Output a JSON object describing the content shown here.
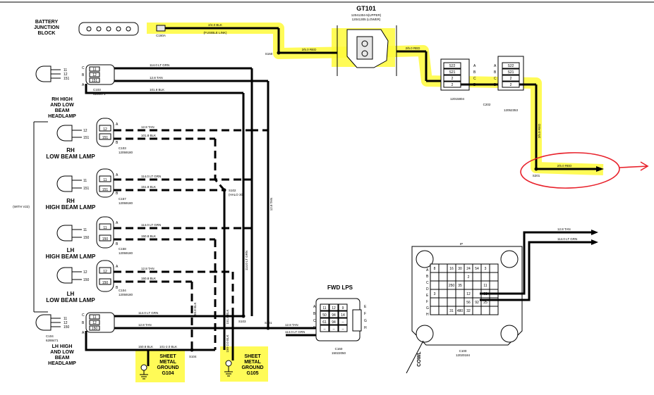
{
  "battery": {
    "name1": "BATTERY",
    "name2": "JUNCTION",
    "name3": "BLOCK",
    "conn": "C160A"
  },
  "fusible": {
    "wire": "2/4.0 BLK",
    "note": "(FUSIBLE LINK)"
  },
  "gt101": {
    "title": "GT101",
    "line1": "12041304-5(UPPER)",
    "line2": "12041305 (LOWER)",
    "splice": "S160",
    "wire": "2/5.0 RED"
  },
  "c202": {
    "wire": "2/5.0 RED",
    "a_cav": [
      "S22",
      "S21",
      "2",
      "2"
    ],
    "b_cav": [
      "S22",
      "S21",
      "2",
      "2"
    ],
    "a_pins": [
      "A",
      "B",
      "C",
      "D"
    ],
    "b_pins": [
      "A",
      "B",
      "C",
      "D"
    ],
    "a_pn": "12015804",
    "b_pn": "12052353",
    "name": "C202"
  },
  "riser": {
    "wire": "2/5.0 RED"
  },
  "s201": {
    "wire": "2/5.0 RED",
    "splice": "S201"
  },
  "rh_hl": {
    "l1": "RH HIGH",
    "l2": "AND LOW",
    "l3": "BEAM",
    "l4": "HEADLAMP",
    "conn": "C103",
    "pn": "6288471",
    "pins": [
      "11",
      "12",
      "151"
    ],
    "cav": [
      "11",
      "12",
      "151"
    ],
    "pl": [
      "C",
      "B",
      "A"
    ]
  },
  "wires_rh": {
    "w1": "114.0 LT GRN",
    "w2": "12.8 TAN",
    "w3": "101.8 BLK"
  },
  "rh_low": {
    "l1": "RH",
    "l2": "LOW BEAM LAMP",
    "conn": "C103",
    "pn": "12059180",
    "pins": [
      "12",
      "151"
    ],
    "cav": [
      "12",
      "151"
    ],
    "pl": [
      "A",
      "B"
    ],
    "w1": "12.8 TAN",
    "w2": "101.8 BLK"
  },
  "rh_high": {
    "l1": "RH",
    "l2": "HIGH BEAM LAMP",
    "conn": "C157",
    "pn": "12059180",
    "pins": [
      "11",
      "151"
    ],
    "cav": [
      "11",
      "151"
    ],
    "pl": [
      "A",
      "B"
    ],
    "w1": "114.0 LT GRN",
    "w2": "151.8 BLK"
  },
  "s102": {
    "splice": "S102",
    "note": "(HALO 30)"
  },
  "lh_high": {
    "l1": "LH",
    "l2": "HIGH BEAM LAMP",
    "conn": "C158",
    "pn": "12059180",
    "pins": [
      "11",
      "150"
    ],
    "cav": [
      "11",
      "150"
    ],
    "pl": [
      "A",
      "B"
    ],
    "w1": "114.0 LT GRN",
    "w2": "150.8 BLK"
  },
  "lh_low": {
    "l1": "LH",
    "l2": "LOW BEAM LAMP",
    "conn": "C104",
    "pn": "12059180",
    "pins": [
      "12",
      "150"
    ],
    "cav": [
      "12",
      "150"
    ],
    "pl": [
      "A",
      "B"
    ],
    "w1": "12.8 TAN",
    "w2": "150.8 BLK"
  },
  "lh_hl": {
    "l1": "LH HIGH",
    "l2": "AND LOW",
    "l3": "BEAM",
    "l4": "HEADLAMP",
    "conn": "C104",
    "pn": "6288471",
    "pins": [
      "11",
      "12",
      "150"
    ],
    "cav": [
      "11",
      "12",
      "150"
    ],
    "pl": [
      "C",
      "B",
      "A"
    ],
    "w1": "114.0 LT GRN",
    "w2": "12.8 TAN",
    "w3": "150.8 BLK"
  },
  "with_v": "(WITH V22)",
  "vert": {
    "v1": "114.0 LT GRN",
    "v2": "12.8 TAN"
  },
  "bus": {
    "b1": "150.8 BLK",
    "b2": "151.8 BLK",
    "b3": "150-2.0 BLK",
    "b4": "101-2.0 BLK"
  },
  "splices": {
    "s103": "S103",
    "s104": "S104",
    "s101": "S101"
  },
  "fwd": {
    "title": "FWD LPS",
    "conn": "C160",
    "pn": "15022050",
    "w1": "12.8 TAN",
    "w2": "114.0 LT GRN",
    "pins": [
      "A",
      "B",
      "C",
      "D",
      "E",
      "F",
      "G",
      "H"
    ],
    "cav": [
      "11",
      "12",
      "9",
      "50",
      "94",
      "14",
      "61",
      "94",
      "--",
      "--",
      "--",
      "--"
    ]
  },
  "g104": {
    "l1": "SHEET",
    "l2": "METAL",
    "l3": "GROUND",
    "l4": "G104"
  },
  "g105": {
    "l1": "SHEET",
    "l2": "METAL",
    "l3": "GROUND",
    "l4": "G105"
  },
  "ip": {
    "title": "IP",
    "conn": "C100",
    "pn": "12020184",
    "cowl": "COWL",
    "w1": "12.8 TAN",
    "w2": "114.0 LT GRN",
    "cells": [
      "8",
      "",
      "16",
      "30",
      "24",
      "54",
      "3",
      "",
      "",
      "",
      "",
      "",
      "2",
      "",
      "",
      "",
      "",
      "",
      "250",
      "35",
      "",
      "",
      "11",
      "",
      "3",
      "",
      "",
      "",
      "12",
      "",
      "93",
      "",
      "",
      "",
      "",
      "",
      "56",
      "92",
      "25",
      "",
      "",
      "",
      "31",
      "480",
      "32",
      "",
      "",
      ""
    ],
    "rows": [
      "A",
      "B",
      "C",
      "D",
      "E",
      "F",
      "G",
      "H"
    ]
  }
}
